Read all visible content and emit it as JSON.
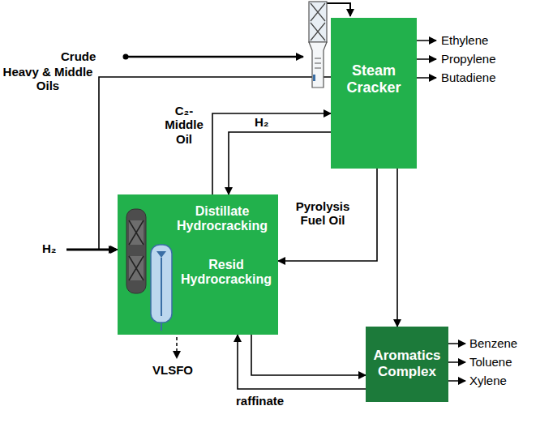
{
  "diagram": {
    "nodes": [
      {
        "text": [
          "Steam Cracker"
        ]
      },
      {
        "text": [
          "Distillate Hydrocracking",
          "Resid Hydrocracking"
        ]
      },
      {
        "text": [
          "Aromatics Complex"
        ]
      }
    ],
    "edges": [
      {
        "from": 0,
        "to": 1,
        "arrow": "to",
        "label": "Heavy & Middle Oils"
      },
      {
        "from": 1,
        "to": 0,
        "arrow": "to",
        "label": "C₂-Middle Oil"
      },
      {
        "from": 0,
        "to": 1,
        "arrow": "to",
        "label": "H₂"
      },
      {
        "from": 0,
        "to": 1,
        "arrow": "to",
        "label": "Pyrolysis Fuel Oil"
      },
      {
        "from": 0,
        "to": 2,
        "arrow": "to"
      },
      {
        "from": 1,
        "to": 2,
        "arrow": "to"
      },
      {
        "from": 2,
        "to": 1,
        "arrow": "to",
        "label": "raffinate"
      }
    ],
    "labels": [
      "Crude",
      "H₂",
      "VLSFO",
      "Ethylene",
      "Propylene",
      "Butadiene",
      "Benzene",
      "Toluene",
      "Xylene"
    ]
  }
}
